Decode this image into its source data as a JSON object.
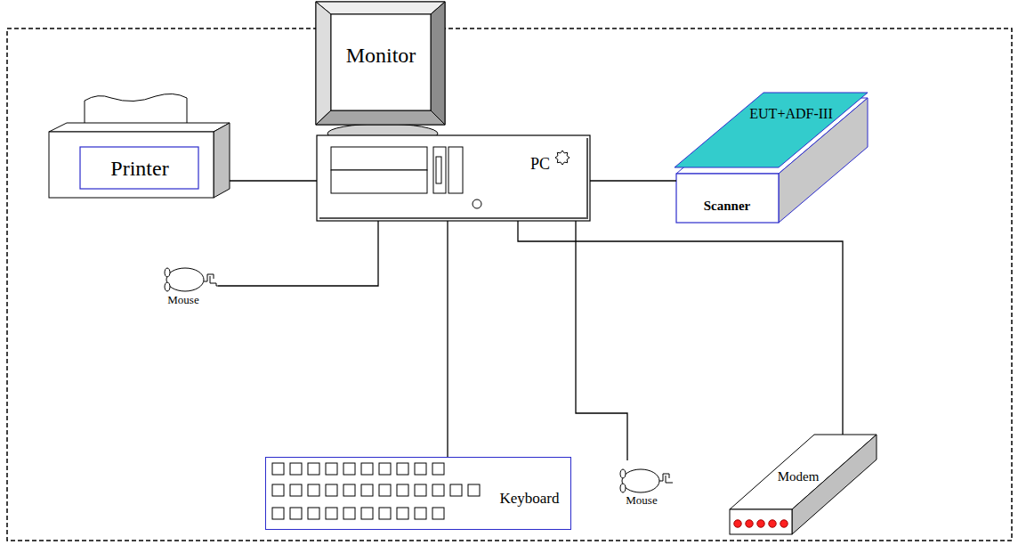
{
  "diagram": {
    "nodes": [
      {
        "text": [
          "Monitor"
        ]
      },
      {
        "text": [
          "Printer"
        ]
      },
      {
        "text": [
          "PC"
        ]
      },
      {
        "text": [
          "EUT+ADF-III"
        ]
      },
      {
        "text": [
          "Scanner"
        ]
      },
      {
        "text": [
          "Mouse"
        ]
      },
      {
        "text": [
          "Keyboard"
        ]
      },
      {
        "text": [
          "Mouse"
        ]
      },
      {
        "text": [
          "Modem"
        ]
      }
    ],
    "edges": [
      {
        "from": 1,
        "to": 2,
        "arrow": "none"
      },
      {
        "from": 2,
        "to": 4,
        "arrow": "none"
      },
      {
        "from": 2,
        "to": 5,
        "arrow": "none"
      },
      {
        "from": 2,
        "to": 6,
        "arrow": "none"
      },
      {
        "from": 2,
        "to": 7,
        "arrow": "none"
      },
      {
        "from": 2,
        "to": 8,
        "arrow": "none"
      }
    ]
  }
}
